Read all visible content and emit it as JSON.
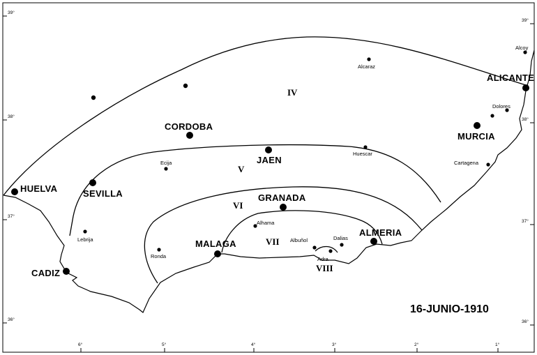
{
  "date_label": "16-JUNIO-1910",
  "latitudes": [
    "39°",
    "38°",
    "37°",
    "36°"
  ],
  "longitudes": [
    "6°",
    "5°",
    "4°",
    "3°",
    "2°",
    "1°"
  ],
  "zones": [
    "IV",
    "V",
    "VI",
    "VII",
    "VIII"
  ],
  "cities_major": {
    "huelva": "HUELVA",
    "sevilla": "SEVILLA",
    "cordoba": "CORDOBA",
    "jaen": "JAEN",
    "granada": "GRANADA",
    "malaga": "MALAGA",
    "almeria": "ALMERIA",
    "cadiz": "CADIZ",
    "murcia": "MURCIA",
    "alicante": "ALICANTE"
  },
  "cities_minor": {
    "alcoy": "Alcoy",
    "alcaraz": "Alcaraz",
    "dolores": "Dolores",
    "huescar": "Huescar",
    "cartagena": "Cartagena",
    "ecija": "Ecija",
    "lebrija": "Lebrija",
    "ronda": "Ronda",
    "alhama": "Alhama",
    "albunol": "Albuñol",
    "dalias": "Dalias",
    "adra": "Adra"
  }
}
